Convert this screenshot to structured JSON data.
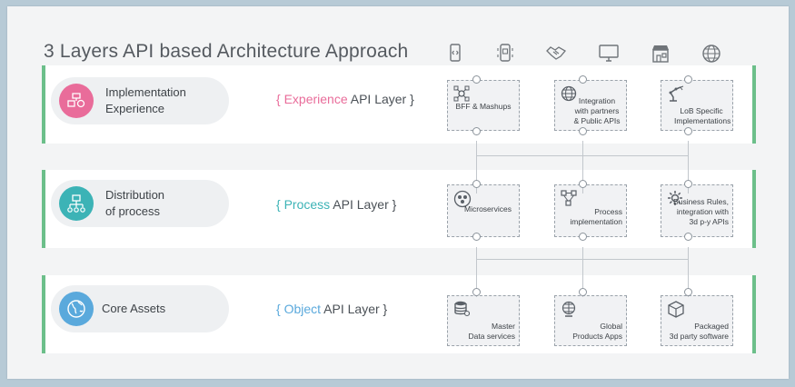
{
  "title": "3 Layers API based Architecture Approach",
  "top_icons": [
    "code-file-icon",
    "mobile-icon",
    "handshake-icon",
    "monitor-icon",
    "store-icon",
    "globe-icon"
  ],
  "colors": {
    "accent_bar": "#6cbf8a",
    "experience": "#e96c9a",
    "process": "#3cb3b6",
    "object": "#5aa9dc"
  },
  "rows": [
    {
      "pill_label": "Implementation\nExperience",
      "layer_prefix": "{ ",
      "layer_highlight": "Experience",
      "layer_suffix": " API Layer }",
      "boxes": [
        {
          "label": "BFF & Mashups",
          "icon": "network-icon"
        },
        {
          "label": "Integration\nwith partners\n& Public APIs",
          "icon": "globe-icon"
        },
        {
          "label": "LoB Specific\nImplementations",
          "icon": "robot-arm-icon"
        }
      ]
    },
    {
      "pill_label": "Distribution\nof process",
      "layer_prefix": "{ ",
      "layer_highlight": "Process",
      "layer_suffix": " API Layer }",
      "boxes": [
        {
          "label": "Microservices",
          "icon": "microservices-icon"
        },
        {
          "label": "Process\nimplementation",
          "icon": "process-icon"
        },
        {
          "label": "Business Rules,\nintegration with\n3d p-y APIs",
          "icon": "gears-icon"
        }
      ]
    },
    {
      "pill_label": "Core Assets",
      "layer_prefix": "{ ",
      "layer_highlight": "Object",
      "layer_suffix": " API Layer }",
      "boxes": [
        {
          "label": "Master\nData services",
          "icon": "database-icon"
        },
        {
          "label": "Global\nProducts Apps",
          "icon": "globe-grid-icon"
        },
        {
          "label": "Packaged\n3d party software",
          "icon": "package-icon"
        }
      ]
    }
  ]
}
